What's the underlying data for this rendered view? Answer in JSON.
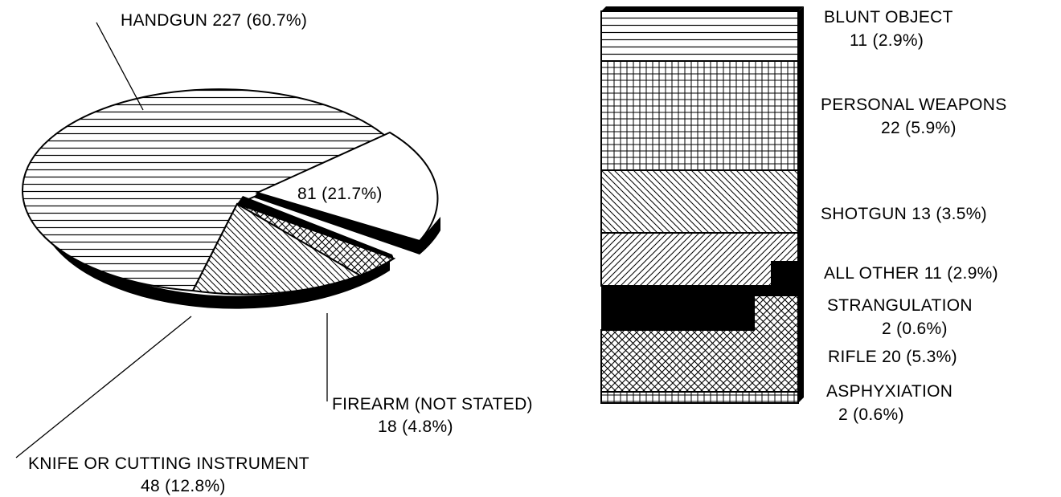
{
  "chart_data": [
    {
      "type": "pie",
      "unit": "count",
      "slices": [
        {
          "label": "HANDGUN",
          "value": 227,
          "percent": "60.7%",
          "pattern": "horizontal-lines"
        },
        {
          "label": "",
          "value": 81,
          "percent": "21.7%",
          "pattern": "none",
          "exploded": true
        },
        {
          "label": "FIREARM (NOT STATED)",
          "value": 18,
          "percent": "4.8%",
          "pattern": "crosshatch-diagonal"
        },
        {
          "label": "KNIFE OR CUTTING INSTRUMENT",
          "value": 48,
          "percent": "12.8%",
          "pattern": "diagonal-lines"
        }
      ],
      "labels": {
        "handgun": "HANDGUN  227 (60.7%)",
        "exploded": "81 (21.7%)",
        "firearm_1": "FIREARM (NOT STATED)",
        "firearm_2": "18 (4.8%)",
        "knife_1": "KNIFE OR CUTTING INSTRUMENT",
        "knife_2": "48 (12.8%)"
      }
    },
    {
      "type": "bar",
      "stacked": true,
      "unit": "count",
      "total": 81,
      "segments": [
        {
          "label": "BLUNT OBJECT",
          "value": 11,
          "percent": "2.9%",
          "pattern": "horizontal-lines"
        },
        {
          "label": "PERSONAL WEAPONS",
          "value": 22,
          "percent": "5.9%",
          "pattern": "grid"
        },
        {
          "label": "SHOTGUN",
          "value": 13,
          "percent": "3.5%",
          "pattern": "diagonal-back"
        },
        {
          "label": "ALL OTHER",
          "value": 11,
          "percent": "2.9%",
          "pattern": "diagonal-forward"
        },
        {
          "label": "STRANGULATION",
          "value": 2,
          "percent": "0.6%",
          "pattern": "solid-black"
        },
        {
          "label": "RIFLE",
          "value": 20,
          "percent": "5.3%",
          "pattern": "crosshatch-diagonal"
        },
        {
          "label": "ASPHYXIATION",
          "value": 2,
          "percent": "0.6%",
          "pattern": "grid"
        }
      ],
      "labels": {
        "blunt_1": "BLUNT OBJECT",
        "blunt_2": "11 (2.9%)",
        "personal_1": "PERSONAL WEAPONS",
        "personal_2": "22 (5.9%)",
        "shotgun": "SHOTGUN 13 (3.5%)",
        "other": "ALL OTHER 11 (2.9%)",
        "strang_1": "STRANGULATION",
        "strang_2": "2 (0.6%)",
        "rifle": "RIFLE 20 (5.3%)",
        "asphyx_1": "ASPHYXIATION",
        "asphyx_2": "2 (0.6%)"
      }
    }
  ],
  "colors": {
    "ink": "#000000",
    "paper": "#ffffff"
  }
}
